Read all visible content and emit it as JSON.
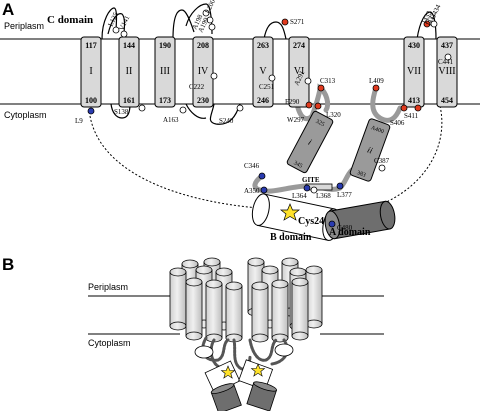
{
  "panel_a": {
    "letter": "A",
    "periplasm": "Periplasm",
    "cytoplasm": "Cytoplasm",
    "domain_title": "C domain",
    "helices": [
      {
        "label": "I",
        "top": "117",
        "bottom": "100"
      },
      {
        "label": "II",
        "top": "144",
        "bottom": "161"
      },
      {
        "label": "III",
        "top": "190",
        "bottom": "173"
      },
      {
        "label": "IV",
        "top": "208",
        "bottom": "230"
      },
      {
        "label": "V",
        "top": "263",
        "bottom": "246"
      },
      {
        "label": "VI",
        "top": "274",
        "bottom": ""
      },
      {
        "label": "VII",
        "top": "430",
        "bottom": "413"
      },
      {
        "label": "VIII",
        "top": "437",
        "bottom": "454"
      }
    ],
    "residues": [
      "L125",
      "V141",
      "A198",
      "A199",
      "L200",
      "S271",
      "G434",
      "I433",
      "I432",
      "C441",
      "C222",
      "C251",
      "A291",
      "F290",
      "W297",
      "C313",
      "L320",
      "L409",
      "S406",
      "S411",
      "L9",
      "S138",
      "A163",
      "S240",
      "C346",
      "A350",
      "L364",
      "L368",
      "L377",
      "C387",
      "C480"
    ],
    "cytoplasmic_helices": [
      {
        "label": "i",
        "top": "325",
        "bottom": "345"
      },
      {
        "label": "ii",
        "top": "A400",
        "bottom": "383"
      }
    ],
    "gite": "GITE",
    "cys24": "Cys24",
    "b_domain": "B domain",
    "a_domain": "A domain"
  },
  "panel_b": {
    "letter": "B",
    "periplasm": "Periplasm",
    "cytoplasm": "Cytoplasm"
  },
  "colors": {
    "helix_fill": "#d9d9d9",
    "a_domain_fill": "#6e6e6e",
    "red_residue": "#e03a1e",
    "blue_residue": "#2a3bb0",
    "star": "#ffe22a"
  }
}
